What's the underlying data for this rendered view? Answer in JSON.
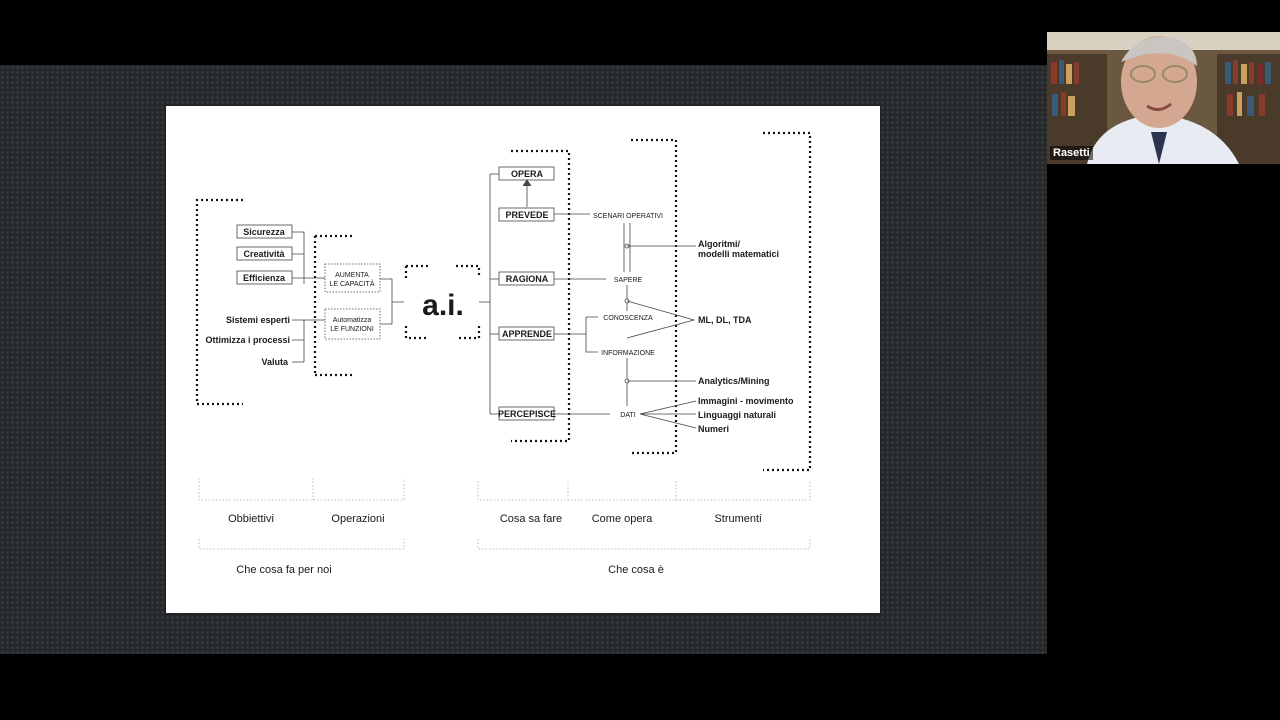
{
  "participant": {
    "name": "Rasetti"
  },
  "slide": {
    "goals": [
      "Sicurezza",
      "Creatività",
      "Efficienza"
    ],
    "operations_left": [
      "Sistemi esperti",
      "Ottimizza i processi",
      "Valuta"
    ],
    "op_box_augment": [
      "AUMENTA",
      "LE CAPACITÀ"
    ],
    "op_box_automate": [
      "Automatizza",
      "LE FUNZIONI"
    ],
    "center_logo": "a.i.",
    "capabilities": [
      "OPERA",
      "PREVEDE",
      "RAGIONA",
      "APPRENDE",
      "PERCEPISCE"
    ],
    "process": [
      "SCENARI OPERATIVI",
      "SAPERE",
      "CONOSCENZA",
      "INFORMAZIONE",
      "DATI"
    ],
    "tools": [
      "Algoritmi/",
      "modelli matematici",
      "ML, DL, TDA",
      "Analytics/Mining",
      "Immagini - movimento",
      "Linguaggi naturali",
      "Numeri"
    ],
    "column_labels": [
      "Obbiettivi",
      "Operazioni",
      "Cosa sa fare",
      "Come opera",
      "Strumenti"
    ],
    "group_labels": [
      "Che cosa fa per noi",
      "Che cosa è"
    ]
  }
}
